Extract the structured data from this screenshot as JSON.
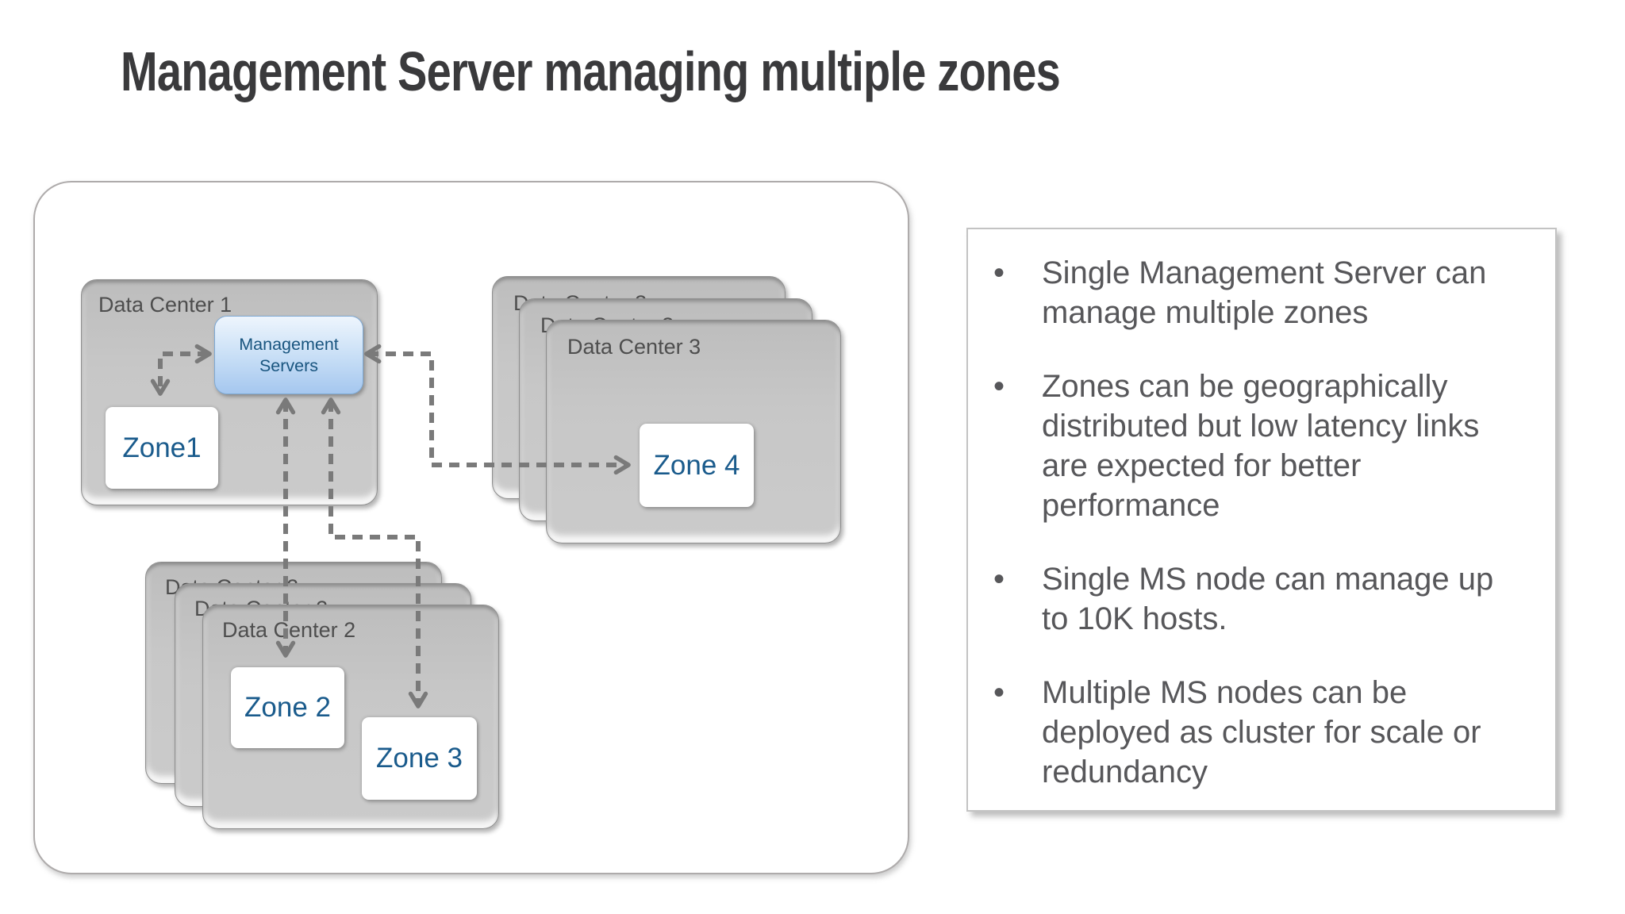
{
  "title": "Management Server managing multiple zones",
  "diagram": {
    "dc1": {
      "label": "Data Center 1",
      "management_servers_label": "Management Servers",
      "zone": "Zone1"
    },
    "dc3": {
      "label": "Data Center 3",
      "zone": "Zone 4"
    },
    "dc2": {
      "label": "Data Center 2",
      "zone_a": "Zone 2",
      "zone_b": "Zone 3"
    }
  },
  "notes": {
    "bullet_glyph": "•",
    "bullets": [
      "Single Management Server can manage multiple zones",
      "Zones can be geographically distributed but low latency links are expected for better performance",
      "Single MS node can manage up to 10K hosts.",
      "Multiple MS nodes can be deployed as cluster for scale or redundancy"
    ]
  },
  "colors": {
    "title_text": "#3a3a3c",
    "datacenter_box_gray": "#c7c7c7",
    "datacenter_label": "#4e4e4e",
    "zone_text_blue": "#1a5b8c",
    "ms_box_top": "#eef5fd",
    "ms_box_bottom": "#a5c7ef",
    "ms_text_blue": "#19557f",
    "arrow_gray": "#7a7a7a",
    "notes_text": "#57575a"
  }
}
